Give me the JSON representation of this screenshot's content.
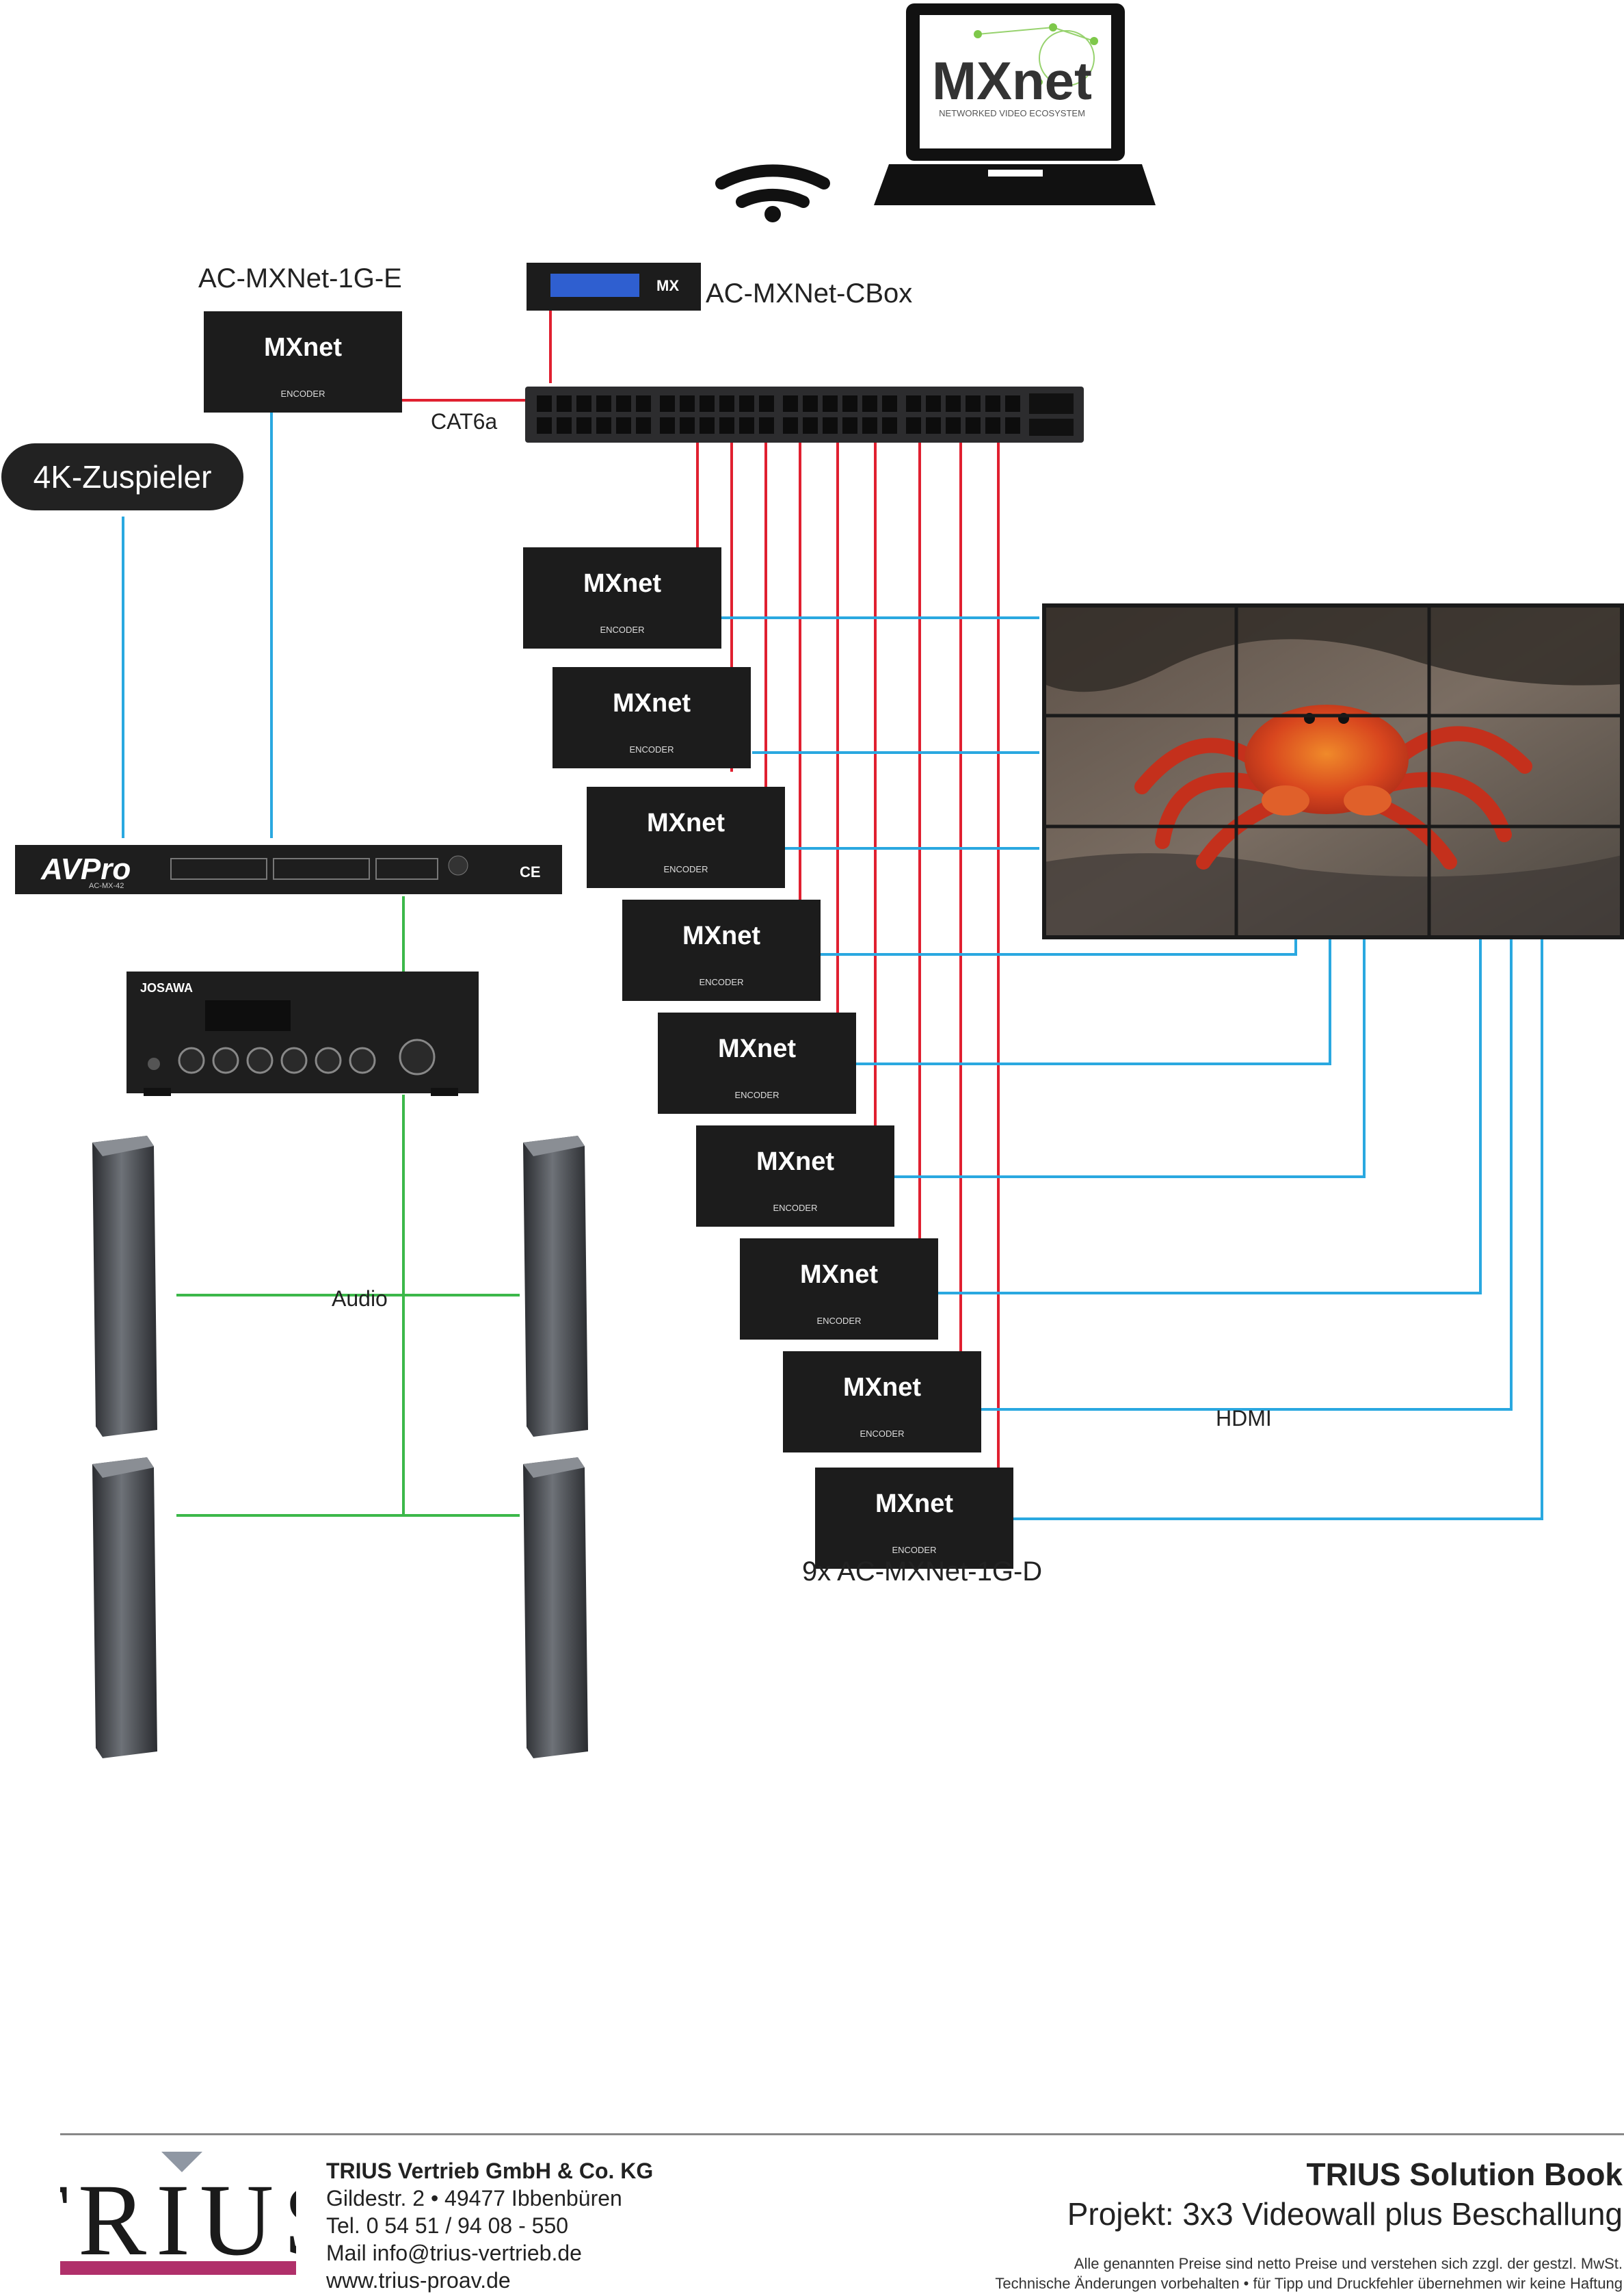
{
  "labels": {
    "encoder": "AC-MXNet-1G-E",
    "cbox": "AC-MXNet-CBox",
    "cat6a": "CAT6a",
    "source": "4K-Zuspieler",
    "audio": "Audio",
    "hdmi": "HDMI",
    "decoders": "9x AC-MXNet-1G-D"
  },
  "devices": {
    "laptop_logo": "MXnet",
    "laptop_tagline": "NETWORKED VIDEO ECOSYSTEM",
    "device_logo": "MXnet",
    "device_type": "ENCODER",
    "matrix_brand": "AVPro",
    "matrix_model": "AC-MX-42",
    "amp_brand": "JOSAWA"
  },
  "footer": {
    "company_name": "TRIUS Vertrieb GmbH & Co. KG",
    "address": "Gildestr. 2 • 49477 Ibbenbüren",
    "phone": "Tel. 0 54 51 / 94 08 - 550",
    "mail": "Mail info@trius-vertrieb.de",
    "web": "www.trius-proav.de",
    "book_title": "TRIUS Solution Book",
    "project": "Projekt: 3x3 Videowall plus Beschallung",
    "disclaimer_1": "Alle genannten Preise sind netto Preise und verstehen sich zzgl. der gestzl. MwSt.",
    "disclaimer_2": "Technische Änderungen vorbehalten • für Tipp und Druckfehler übernehmen wir keine Haftung",
    "logo_text": "TRIUS"
  },
  "colors": {
    "network": "#e02030",
    "hdmi": "#2aa8e0",
    "audio": "#3cb84a",
    "device": "#1c1c1c",
    "brand_bar": "#b0306a"
  }
}
